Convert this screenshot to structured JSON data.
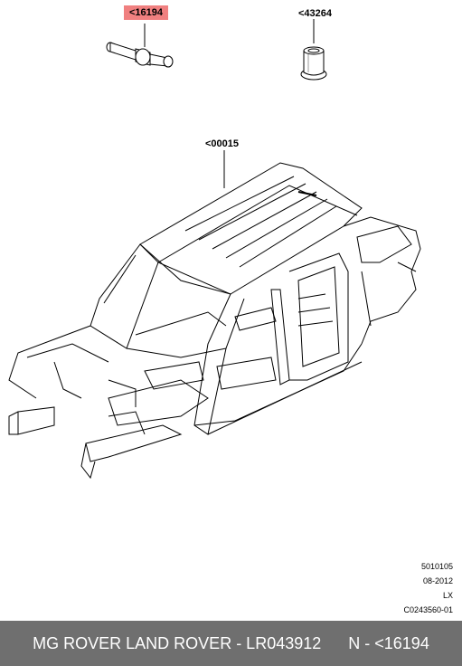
{
  "callouts": [
    {
      "id": "c1",
      "label": "<16194",
      "highlighted": true
    },
    {
      "id": "c2",
      "label": "<43264",
      "highlighted": false
    },
    {
      "id": "c3",
      "label": "<00015",
      "highlighted": false
    }
  ],
  "parts": {
    "bolt": "part-16194-bolt",
    "nut": "part-43264-rivet-nut",
    "body": "part-00015-body-shell"
  },
  "meta": {
    "code": "5010105",
    "date": "08-2012",
    "variant": "LX",
    "drawing_id": "C0243560-01"
  },
  "footer": {
    "text": "MG ROVER LAND ROVER - LR043912      N - <16194"
  },
  "colors": {
    "highlight": "#f08080",
    "footer_bg": "#6f6f6f",
    "footer_text": "#ffffff"
  }
}
